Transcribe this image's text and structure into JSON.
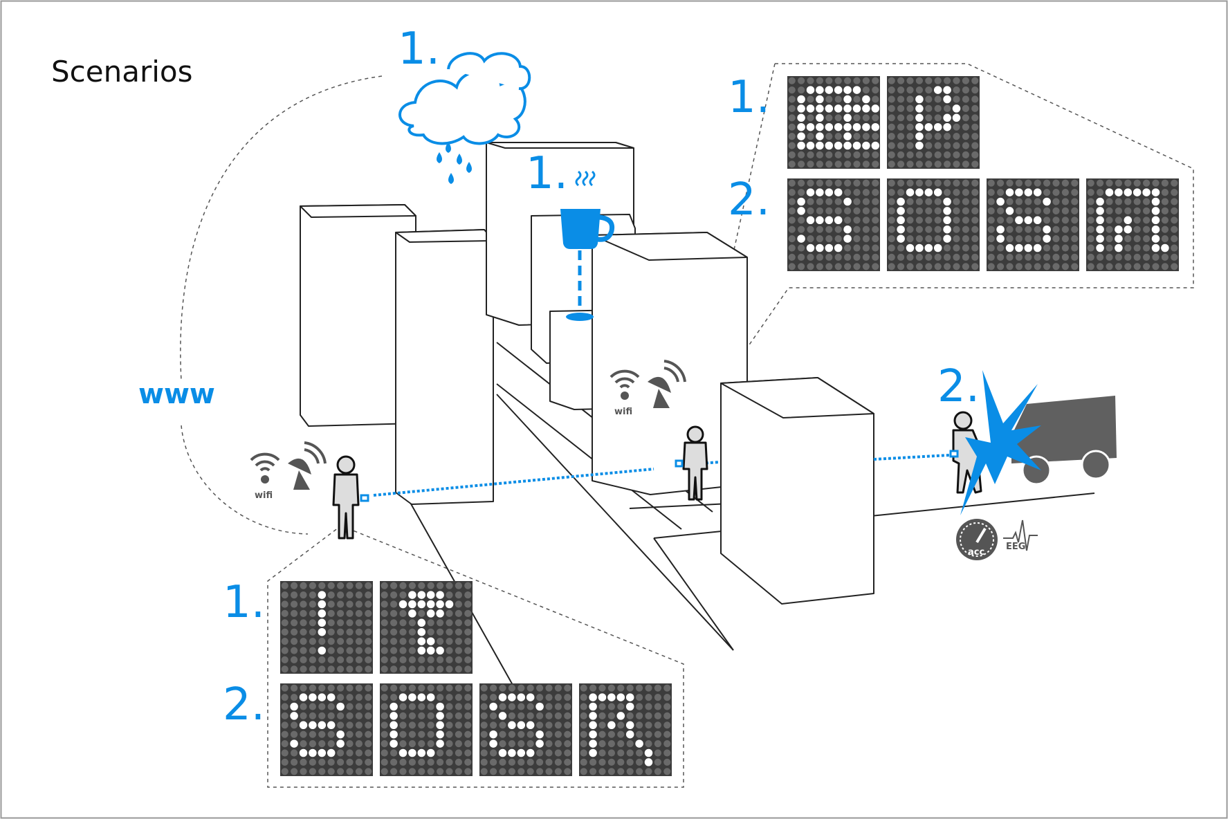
{
  "title": "Scenarios",
  "www_label": "www",
  "step_1": "1.",
  "step_2": "2.",
  "wifi_label": "wifi",
  "acc_label": "acc",
  "eeg_label": "EEG",
  "colors": {
    "accent": "#0a8de6",
    "panel": "#3c3c3c",
    "dot_off": "#6a6a6a",
    "dot_on": "#ffffff",
    "vehicle": "#606060"
  },
  "icons": [
    "cloud-rain-icon",
    "coffee-cup-icon",
    "wifi-icon",
    "satellite-dish-icon",
    "person-icon",
    "collision-burst-icon",
    "vehicle-icon",
    "accelerometer-gauge-icon",
    "eeg-wave-icon"
  ],
  "displays": {
    "top_right": {
      "row1": [
        [
          "..........",
          "..######..",
          ".#.#..#.#.",
          ".#########",
          ".#.#..#...",
          ".#########",
          ".#.#..#...",
          ".#########",
          "..........",
          ".........."
        ],
        [
          "..........",
          ".....##...",
          "...#..#...",
          "...#...#..",
          "...#..##..",
          "...####...",
          "...#......",
          "...#......",
          "..........",
          ".........."
        ]
      ],
      "row2": [
        [
          "..........",
          "..####....",
          ".#....#...",
          ".#........",
          "..####....",
          "......#...",
          ".#....#...",
          "..####....",
          "..........",
          ".........."
        ],
        [
          "..........",
          "..####....",
          ".#....#...",
          ".#....#...",
          ".#....#...",
          ".#....#...",
          ".#....#...",
          "..####....",
          "..........",
          ".........."
        ],
        [
          "..........",
          "..####....",
          ".#....#...",
          "..#.......",
          "...###....",
          ".#....#...",
          ".#....#...",
          "..####....",
          "..........",
          ".........."
        ],
        [
          "..........",
          "..######..",
          ".#.....#..",
          ".#.....#..",
          ".#..#..#..",
          ".#.##..#..",
          ".#.#...#..",
          ".#.#...##.",
          "..........",
          ".........."
        ]
      ]
    },
    "bottom_left": {
      "row1": [
        [
          "..........",
          "....#.....",
          "....#.....",
          "....#.....",
          "....#.....",
          "....#.....",
          "..........",
          "....#.....",
          "..........",
          ".........."
        ],
        [
          "..........",
          "...####...",
          "..######..",
          "...#.##...",
          "....#.....",
          "....#.....",
          "....##....",
          "....###...",
          "..........",
          ".........."
        ]
      ],
      "row2": [
        [
          "..........",
          "..####....",
          ".#....#...",
          ".#........",
          "..####....",
          "......#...",
          ".#....#...",
          "..####....",
          "..........",
          ".........."
        ],
        [
          "..........",
          "..####....",
          ".#....#...",
          ".#....#...",
          ".#....#...",
          ".#....#...",
          ".#....#...",
          "..####....",
          "..........",
          ".........."
        ],
        [
          "..........",
          "..####....",
          ".#....#...",
          "..#.......",
          "...###....",
          ".#....#...",
          ".#....#...",
          "..####....",
          "..........",
          ".........."
        ],
        [
          "..........",
          ".#####....",
          ".#...#....",
          ".#..#.....",
          ".#.#.#....",
          ".#...#....",
          ".#....#...",
          ".#.....#..",
          ".......#..",
          ".........."
        ]
      ]
    }
  }
}
